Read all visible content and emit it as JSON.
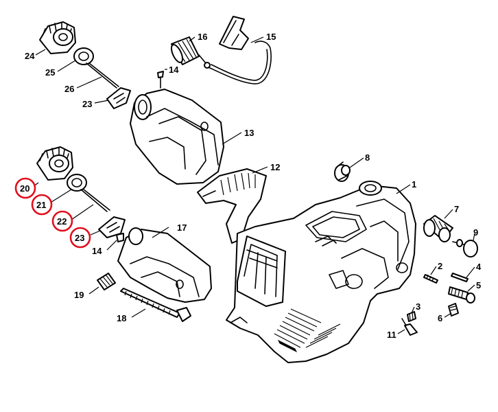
{
  "highlight_color": "#e0101e",
  "callouts": {
    "c1": "1",
    "c2": "2",
    "c3": "3",
    "c4": "4",
    "c5": "5",
    "c6": "6",
    "c7": "7",
    "c8": "8",
    "c9": "9",
    "c11": "11",
    "c12": "12",
    "c13": "13",
    "c14a": "14",
    "c14b": "14",
    "c15": "15",
    "c16": "16",
    "c17": "17",
    "c18": "18",
    "c19": "19",
    "c20": "20",
    "c21": "21",
    "c22": "22",
    "c23a": "23",
    "c23b": "23",
    "c24": "24",
    "c25": "25",
    "c26": "26"
  },
  "highlighted": [
    "20",
    "21",
    "22",
    "23"
  ]
}
